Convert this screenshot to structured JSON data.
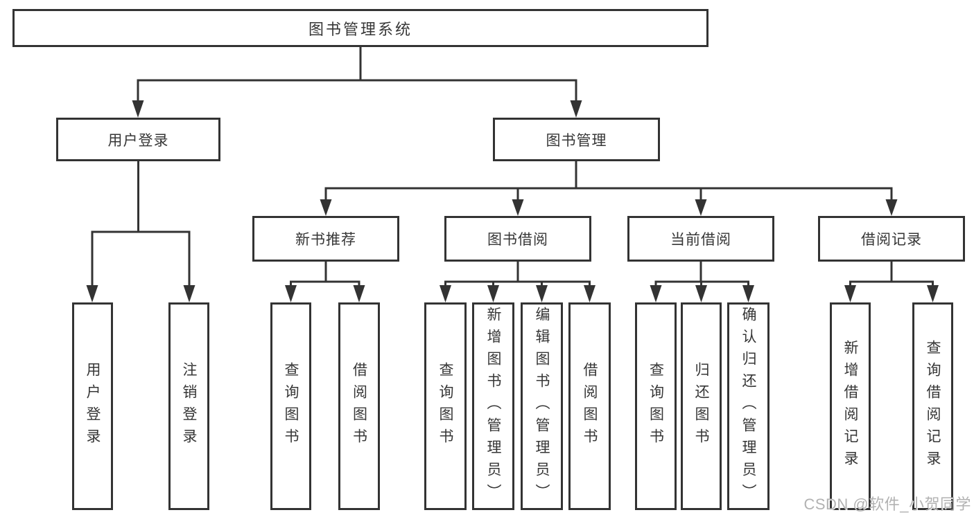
{
  "diagram_title": "图书管理系统",
  "colors": {
    "line": "#333333",
    "box_border": "#333333",
    "text": "#363636",
    "background": "#ffffff",
    "watermark": "#b2b2b2"
  },
  "tree": {
    "label": "图书管理系统",
    "children": [
      {
        "label": "用户登录",
        "children": [
          {
            "label": "用户登录"
          },
          {
            "label": "注销登录"
          }
        ]
      },
      {
        "label": "图书管理",
        "children": [
          {
            "label": "新书推荐",
            "children": [
              {
                "label": "查询图书"
              },
              {
                "label": "借阅图书"
              }
            ]
          },
          {
            "label": "图书借阅",
            "children": [
              {
                "label": "查询图书"
              },
              {
                "label": "新增图书（管理员）"
              },
              {
                "label": "编辑图书（管理员）"
              },
              {
                "label": "借阅图书"
              }
            ]
          },
          {
            "label": "当前借阅",
            "children": [
              {
                "label": "查询图书"
              },
              {
                "label": "归还图书"
              },
              {
                "label": "确认归还（管理员）"
              }
            ]
          },
          {
            "label": "借阅记录",
            "children": [
              {
                "label": "新增借阅记录"
              },
              {
                "label": "查询借阅记录"
              }
            ]
          }
        ]
      }
    ]
  },
  "watermark": {
    "text": "CSDN @软件_小贺同学"
  }
}
